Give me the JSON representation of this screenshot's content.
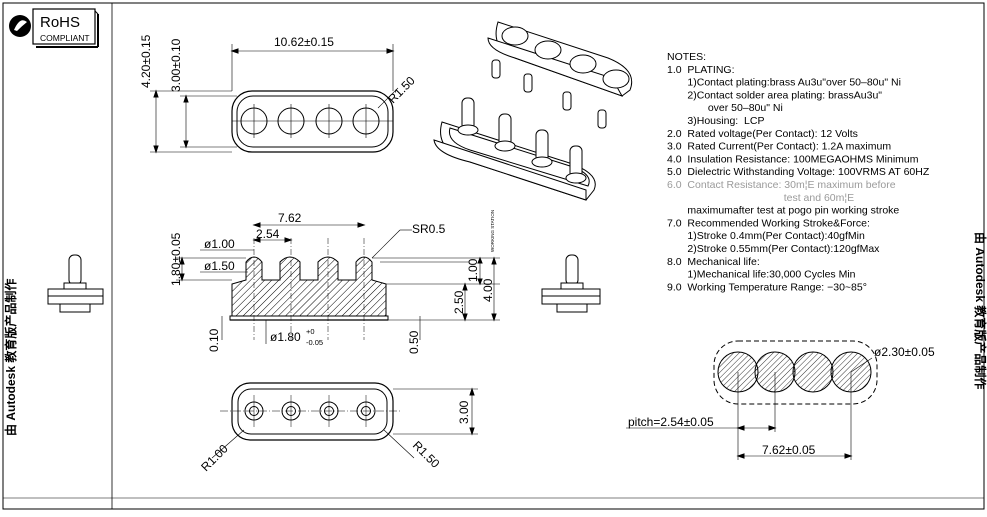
{
  "logo": {
    "title": "RoHS",
    "subtitle": "COMPLIANT"
  },
  "watermark": {
    "left": "由 Autodesk 教育版产品制作",
    "right": "由 Autodesk 教育版产品制作"
  },
  "top_view": {
    "width_dim": "10.62±0.15",
    "height_outer": "4.20±0.15",
    "height_inner": "3.00±0.10",
    "radius": "R1.50"
  },
  "section_view": {
    "span": "7.62",
    "pitch": "2.54",
    "sr": "SR0.5",
    "d_tip": "ø1.00",
    "d_body": "ø1.50",
    "height_left": "1.80±0.05",
    "base_left": "0.10",
    "d_base": "ø1.80",
    "d_base_tol_up": "+0",
    "d_base_tol_down": "-0.05",
    "stroke_label": "WORKING STATION",
    "h_100": "1.00",
    "h_250": "2.50",
    "h_400": "4.00",
    "base_right": "0.50"
  },
  "bottom_view": {
    "height": "3.00",
    "radius_left": "R1.00",
    "radius_right": "R1.50"
  },
  "pad_view": {
    "diameter": "ø2.30±0.05",
    "pitch": "pitch=2.54±0.05",
    "span": "7.62±0.05"
  },
  "notes": [
    {
      "text": "NOTES:",
      "muted": false
    },
    {
      "text": "1.0  PLATING:",
      "muted": false
    },
    {
      "text": "       1)Contact plating:brass Au3u\"over 50–80u\" Ni",
      "muted": false
    },
    {
      "text": "       2)Contact solder area plating: brassAu3u\"",
      "muted": false
    },
    {
      "text": "              over 50–80u\" Ni",
      "muted": false
    },
    {
      "text": "       3)Housing:  LCP",
      "muted": false
    },
    {
      "text": "2.0  Rated voltage(Per Contact): 12 Volts",
      "muted": false
    },
    {
      "text": "3.0  Rated Current(Per Contact): 1.2A maximum",
      "muted": false
    },
    {
      "text": "4.0  Insulation Resistance: 100MEGAOHMS Minimum",
      "muted": false
    },
    {
      "text": "5.0  Dielectric Withstanding Voltage: 100VRMS AT 60HZ",
      "muted": false
    },
    {
      "text": "6.0  Contact Resistance: 30m¦E maximum before",
      "muted": true
    },
    {
      "text": "                                        test and 60m¦E",
      "muted": true
    },
    {
      "text": "       maximumafter test at pogo pin working stroke",
      "muted": false
    },
    {
      "text": "7.0  Recommended Working Stroke&Force:",
      "muted": false
    },
    {
      "text": "       1)Stroke 0.4mm(Per Contact):40gfMin",
      "muted": false
    },
    {
      "text": "       2)Stroke 0.55mm(Per Contact):120gfMax",
      "muted": false
    },
    {
      "text": "8.0  Mechanical life:",
      "muted": false
    },
    {
      "text": "       1)Mechanical life:30,000 Cycles Min",
      "muted": false
    },
    {
      "text": "9.0  Working Temperature Range: −30~85°",
      "muted": false
    }
  ]
}
